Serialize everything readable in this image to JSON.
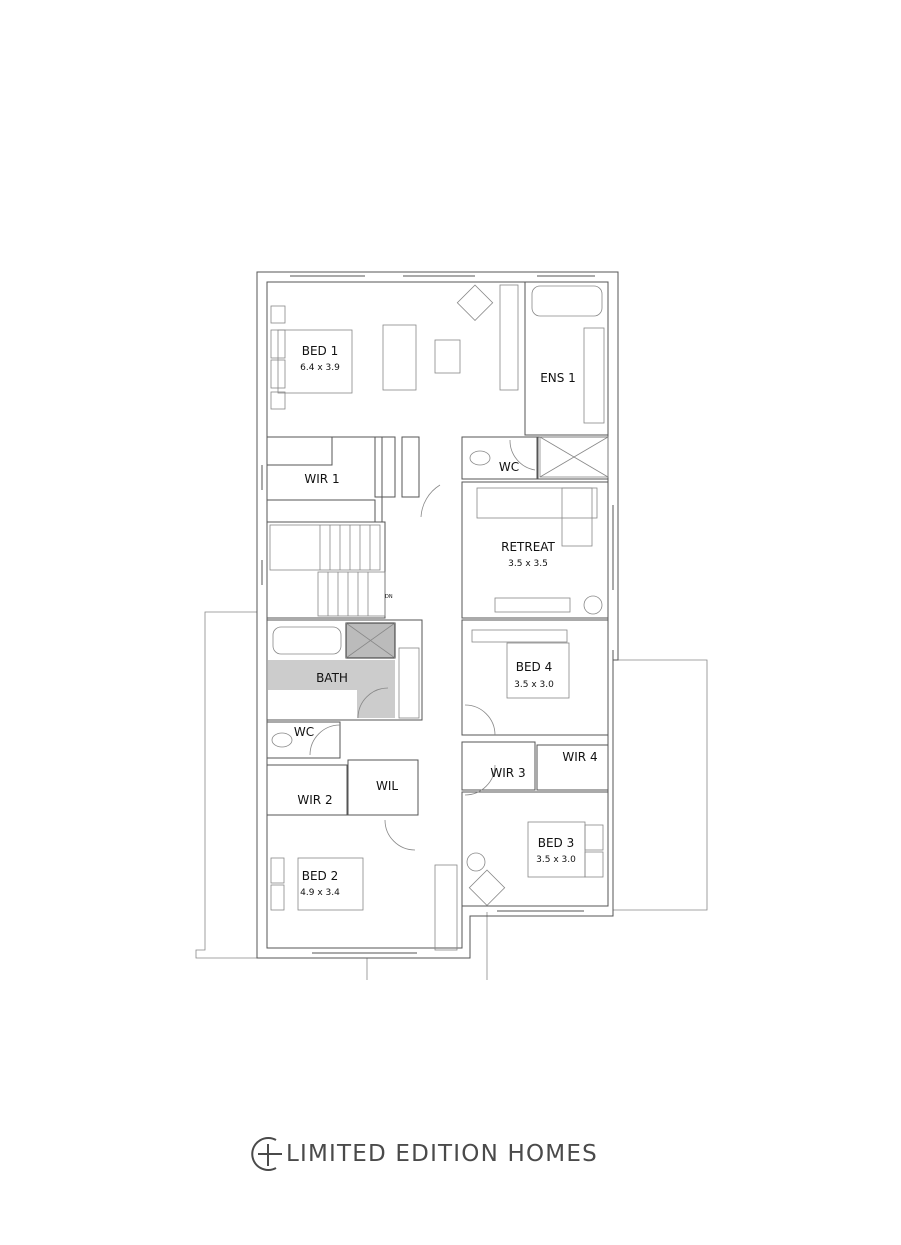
{
  "plan": {
    "rooms": [
      {
        "name": "BED 1",
        "dims": "6.4 x 3.9"
      },
      {
        "name": "ENS 1",
        "dims": ""
      },
      {
        "name": "WIR 1",
        "dims": ""
      },
      {
        "name": "WC",
        "dims": ""
      },
      {
        "name": "RETREAT",
        "dims": "3.5 x 3.5"
      },
      {
        "name": "BATH",
        "dims": ""
      },
      {
        "name": "WC",
        "dims": ""
      },
      {
        "name": "WIL",
        "dims": ""
      },
      {
        "name": "WIR 2",
        "dims": ""
      },
      {
        "name": "BED 2",
        "dims": "4.9 x 3.4"
      },
      {
        "name": "BED 4",
        "dims": "3.5 x 3.0"
      },
      {
        "name": "WIR 4",
        "dims": ""
      },
      {
        "name": "WIR 3",
        "dims": ""
      },
      {
        "name": "BED 3",
        "dims": "3.5 x 3.0"
      }
    ],
    "stair_label": "DN",
    "wet_area_color": "#cccccc"
  },
  "brand": {
    "name": "LIMITED EDITION HOMES",
    "logo_icon": "circle-plus-icon"
  }
}
